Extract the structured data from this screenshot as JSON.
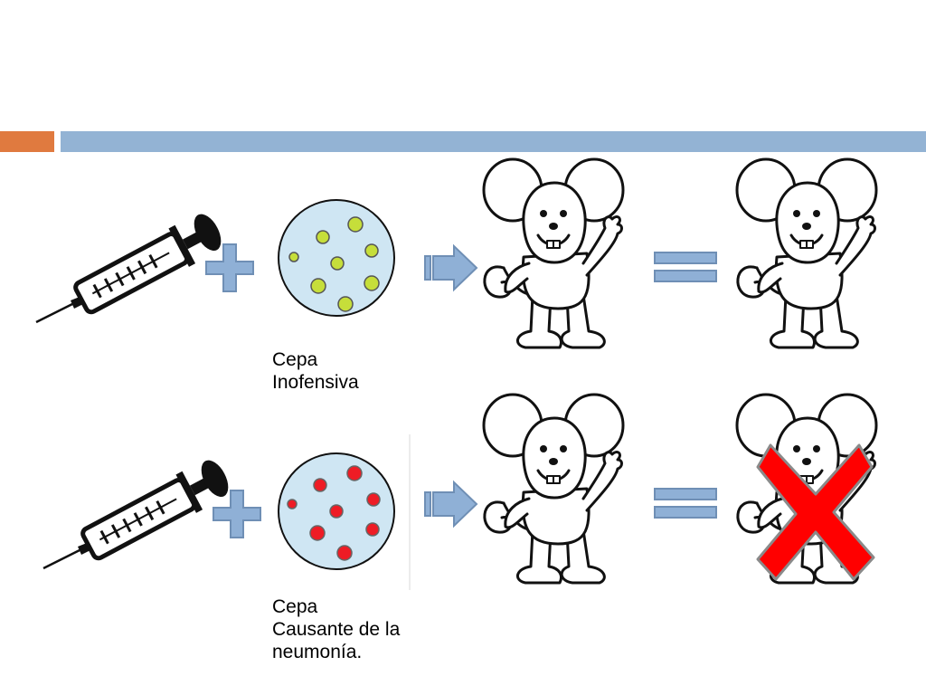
{
  "colors": {
    "accent_orange": "#e07a3f",
    "header_blue": "#93b3d4",
    "operator_blue": "#8fb0d6",
    "operator_stroke": "#6f8fb5",
    "petri_fill": "#cfe6f3",
    "harmless_dot": "#c6de3a",
    "pathogenic_dot": "#ee1c25",
    "cross_red": "#ff0000",
    "cross_edge": "#8a8a8a"
  },
  "icons": {
    "syringe": "syringe-icon",
    "plus": "plus-icon",
    "arrow": "arrow-right-icon",
    "equals": "equals-icon",
    "mouse": "mouse-icon",
    "cross": "x-mark-icon"
  },
  "rows": [
    {
      "strain_label": [
        "Cepa",
        "Inofensiva"
      ],
      "outcome": "alive"
    },
    {
      "strain_label": [
        "Cepa",
        "Causante de la",
        "neumonía."
      ],
      "outcome": "dead"
    }
  ]
}
